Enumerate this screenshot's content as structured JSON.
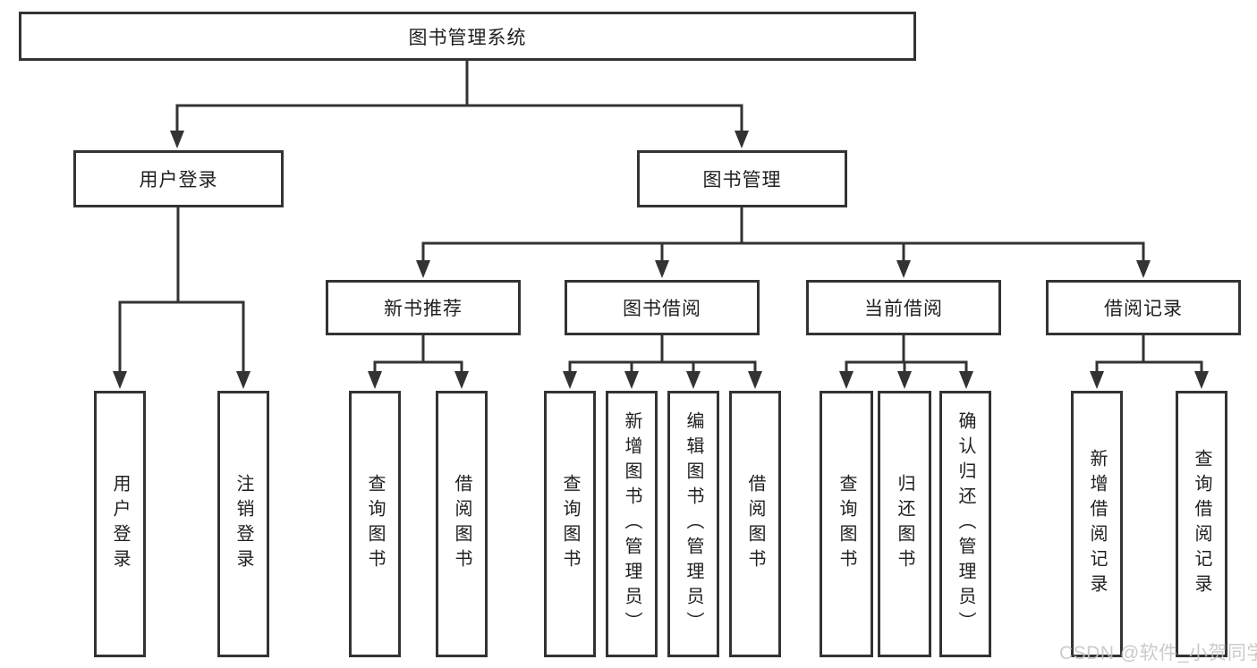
{
  "diagram": {
    "root": {
      "label": "图书管理系统"
    },
    "user_login": {
      "label": "用户登录",
      "children": [
        {
          "label": "用户登录"
        },
        {
          "label": "注销登录"
        }
      ]
    },
    "book_management": {
      "label": "图书管理",
      "sections": {
        "new_book_rec": {
          "label": "新书推荐",
          "children": [
            {
              "label": "查询图书"
            },
            {
              "label": "借阅图书"
            }
          ]
        },
        "book_borrow": {
          "label": "图书借阅",
          "children": [
            {
              "label": "查询图书"
            },
            {
              "label": "新增图书（管理员）"
            },
            {
              "label": "编辑图书（管理员）"
            },
            {
              "label": "借阅图书"
            }
          ]
        },
        "current_borrow": {
          "label": "当前借阅",
          "children": [
            {
              "label": "查询图书"
            },
            {
              "label": "归还图书"
            },
            {
              "label": "确认归还（管理员）"
            }
          ]
        },
        "borrow_records": {
          "label": "借阅记录",
          "children": [
            {
              "label": "新增借阅记录"
            },
            {
              "label": "查询借阅记录"
            }
          ]
        }
      }
    }
  },
  "watermark": {
    "text": "CSDN @软件_小贺同学"
  },
  "colors": {
    "line": "#333333",
    "text": "#1f1f1f",
    "watermark": "#c4c4c4",
    "background": "#ffffff"
  }
}
